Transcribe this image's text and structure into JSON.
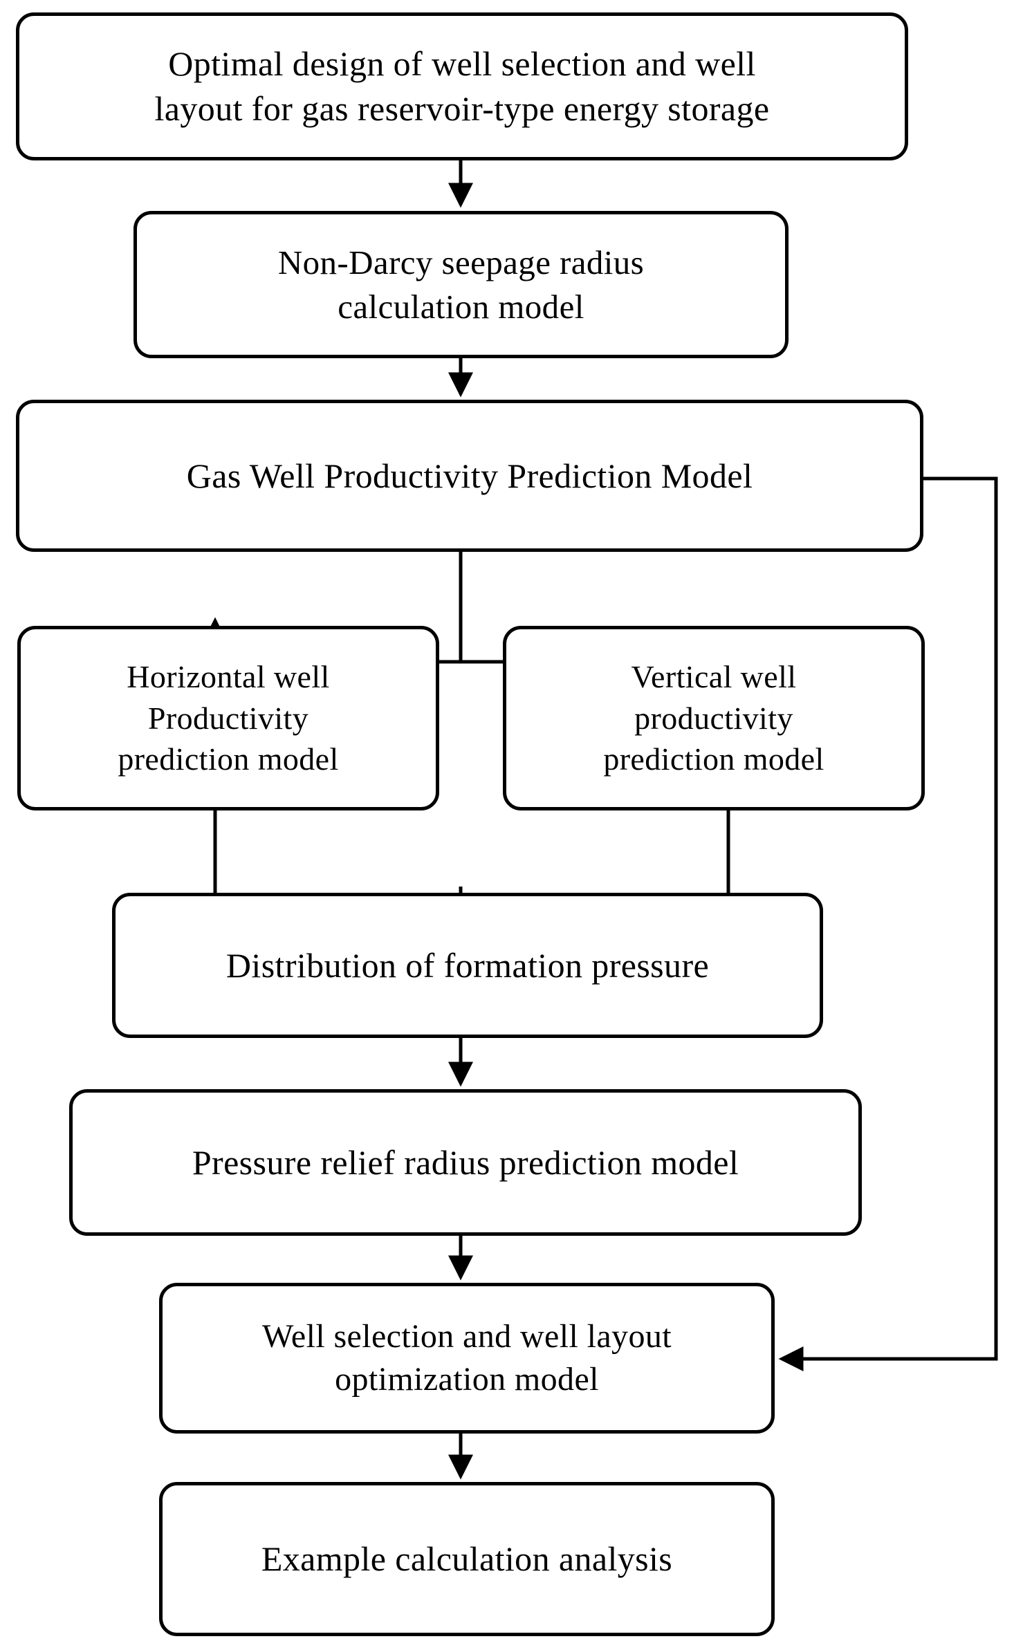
{
  "diagram": {
    "title": "Optimal design workflow for gas reservoir-type energy storage",
    "background_color": "#ffffff",
    "line_color": "#000000",
    "text_color": "#000000"
  },
  "nodes": {
    "optimal_design": "Optimal design of well selection and well\nlayout for gas reservoir-type energy storage",
    "non_darcy": "Non-Darcy seepage radius\ncalculation model",
    "productivity": "Gas Well Productivity Prediction Model",
    "horizontal_well": "Horizontal well\nProductivity\nprediction model",
    "vertical_well": "Vertical well\nproductivity\nprediction model",
    "distribution": "Distribution of formation pressure",
    "pressure_relief": "Pressure relief radius prediction model",
    "well_selection": "Well selection and well layout\noptimization model",
    "example": "Example calculation analysis"
  },
  "connectors": [
    {
      "id": "optimal-to-nondarcy",
      "from": "optimal_design",
      "to": "non_darcy",
      "kind": "straight-down"
    },
    {
      "id": "nondarcy-to-productivity",
      "from": "non_darcy",
      "to": "productivity",
      "kind": "straight-down"
    },
    {
      "id": "productivity-to-horizontal",
      "from": "productivity",
      "to": "horizontal_well",
      "kind": "split-down-left"
    },
    {
      "id": "productivity-to-vertical",
      "from": "productivity",
      "to": "vertical_well",
      "kind": "split-down-right"
    },
    {
      "id": "wells-to-distribution",
      "from": "horizontal_well",
      "to": "distribution",
      "kind": "merge-down"
    },
    {
      "id": "distribution-to-pressure",
      "from": "distribution",
      "to": "pressure_relief",
      "kind": "straight-down"
    },
    {
      "id": "pressure-to-wellselection",
      "from": "pressure_relief",
      "to": "well_selection",
      "kind": "straight-down"
    },
    {
      "id": "wellselection-to-example",
      "from": "well_selection",
      "to": "example",
      "kind": "straight-down"
    },
    {
      "id": "productivity-feedback",
      "from": "productivity",
      "to": "well_selection",
      "kind": "right-side-loop"
    }
  ]
}
